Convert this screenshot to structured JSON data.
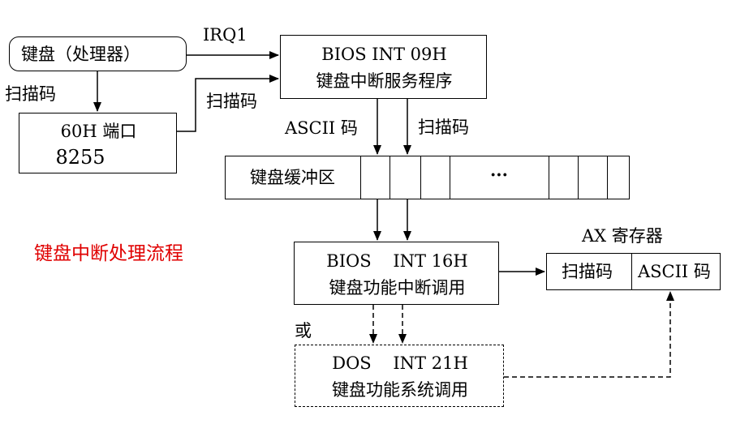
{
  "keyboard_box": {
    "label": "键盘（处理器）"
  },
  "port_box": {
    "line1": "60H 端口",
    "line2": "8255"
  },
  "bios09_box": {
    "line1": "BIOS INT 09H",
    "line2": "键盘中断服务程序"
  },
  "buffer_box": {
    "label": "键盘缓冲区",
    "ellipsis": "···"
  },
  "bios16_box": {
    "line1": "BIOS    INT 16H",
    "line2": "键盘功能中断调用"
  },
  "dos21_box": {
    "line1": "DOS    INT 21H",
    "line2": "键盘功能系统调用"
  },
  "ax_register": {
    "title": "AX 寄存器",
    "left_cell": "扫描码",
    "right_cell": "ASCII 码"
  },
  "edge_labels": {
    "irq": "IRQ1",
    "scan_code_1": "扫描码",
    "scan_code_2": "扫描码",
    "ascii_code": "ASCII 码",
    "scan_code_3": "扫描码",
    "or": "或"
  },
  "diagram_title": "键盘中断处理流程",
  "colors": {
    "title": "#e00000",
    "line": "#000000"
  }
}
